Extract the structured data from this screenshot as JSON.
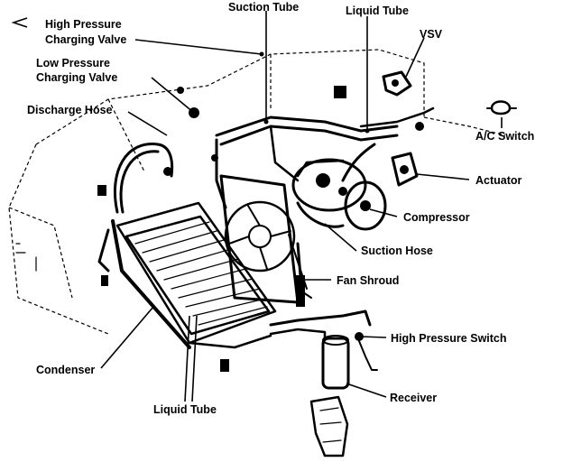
{
  "labels": {
    "suction_tube_top": "Suction Tube",
    "liquid_tube_top": "Liquid Tube",
    "vsv": "VSV",
    "high_pressure_charging_valve_l1": "High Pressure",
    "high_pressure_charging_valve_l2": "Charging Valve",
    "low_pressure_charging_valve_l1": "Low Pressure",
    "low_pressure_charging_valve_l2": "Charging Valve",
    "discharge_hose": "Discharge Hose",
    "ac_switch": "A/C Switch",
    "actuator": "Actuator",
    "compressor": "Compressor",
    "suction_hose": "Suction Hose",
    "fan_shroud": "Fan Shroud",
    "high_pressure_switch": "High Pressure Switch",
    "condenser": "Condenser",
    "liquid_tube_bottom": "Liquid Tube",
    "receiver": "Receiver"
  }
}
